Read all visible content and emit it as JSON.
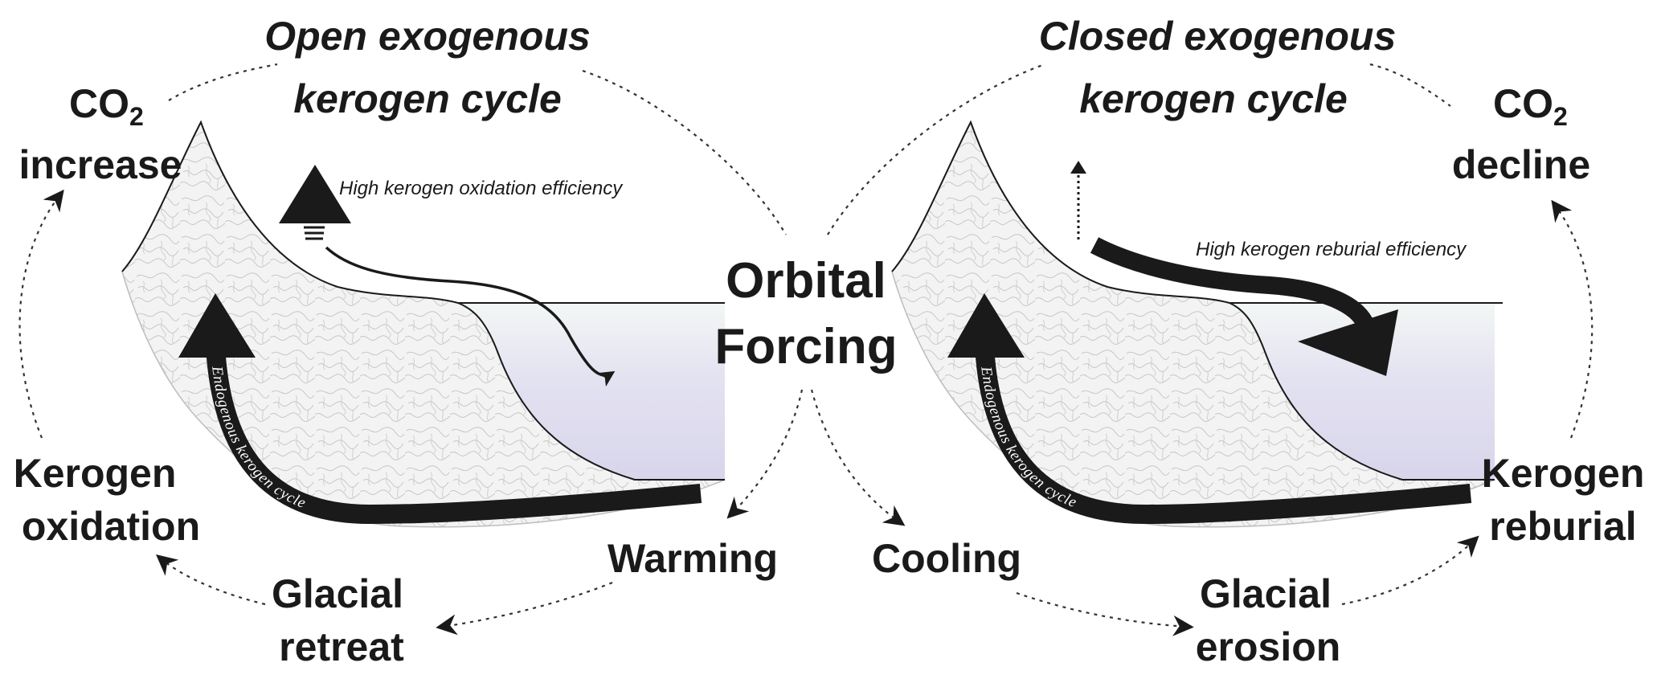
{
  "left": {
    "title_line1": "Open exogenous",
    "title_line2": "kerogen cycle",
    "co2_line1": "CO",
    "co2_sub": "2",
    "co2_line2": "increase",
    "process_line1": "Kerogen",
    "process_line2": "oxidation",
    "glacial_line1": "Glacial",
    "glacial_line2": "retreat",
    "climate": "Warming",
    "efficiency_note": "High kerogen oxidation efficiency",
    "endogenous_label": "Endogenous kerogen cycle"
  },
  "right": {
    "title_line1": "Closed exogenous",
    "title_line2": "kerogen cycle",
    "co2_line1": "CO",
    "co2_sub": "2",
    "co2_line2": "decline",
    "process_line1": "Kerogen",
    "process_line2": "reburial",
    "glacial_line1": "Glacial",
    "glacial_line2": "erosion",
    "climate": "Cooling",
    "efficiency_note": "High kerogen reburial efficiency",
    "endogenous_label": "Endogenous kerogen cycle"
  },
  "center": {
    "line1": "Orbital",
    "line2": "Forcing"
  },
  "colors": {
    "ink": "#1a1a1a",
    "rock_fill": "#f2f2f2",
    "rock_pattern": "#c4c4c4",
    "sea_top": "#f2f6f4",
    "sea_bottom": "#d9d6ec"
  }
}
